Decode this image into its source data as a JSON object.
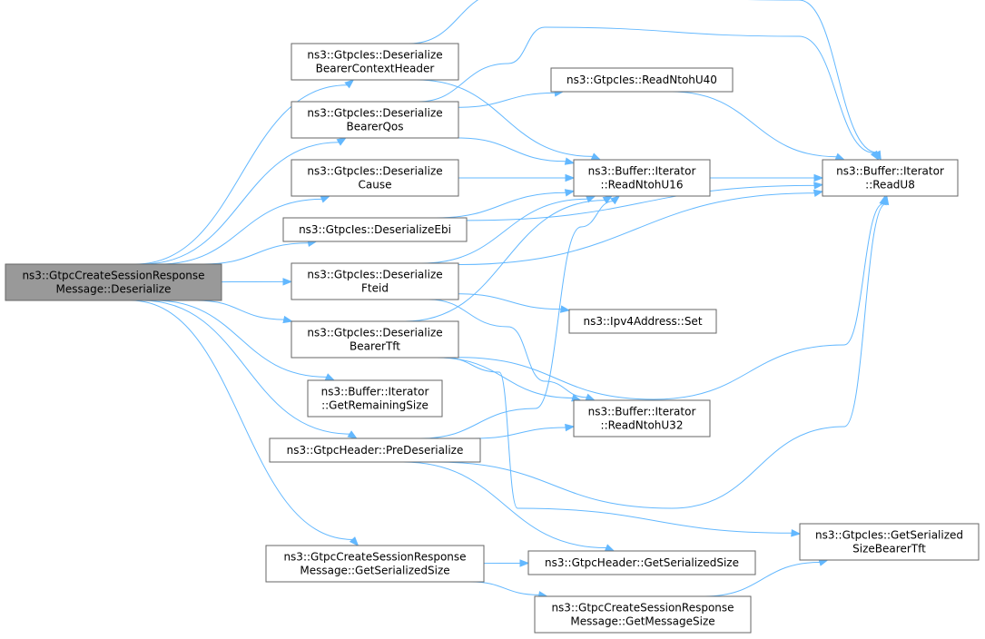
{
  "nodes": [
    {
      "id": "root",
      "lines": [
        "ns3::GtpcCreateSessionResponse",
        "Message::Deserialize"
      ],
      "root": true
    },
    {
      "id": "dbch",
      "lines": [
        "ns3::GtpcIes::Deserialize",
        "BearerContextHeader"
      ]
    },
    {
      "id": "dbq",
      "lines": [
        "ns3::GtpcIes::Deserialize",
        "BearerQos"
      ]
    },
    {
      "id": "dc",
      "lines": [
        "ns3::GtpcIes::Deserialize",
        "Cause"
      ]
    },
    {
      "id": "debi",
      "lines": [
        "ns3::GtpcIes::DeserializeEbi"
      ]
    },
    {
      "id": "df",
      "lines": [
        "ns3::GtpcIes::Deserialize",
        "Fteid"
      ]
    },
    {
      "id": "dbt",
      "lines": [
        "ns3::GtpcIes::Deserialize",
        "BearerTft"
      ]
    },
    {
      "id": "grs",
      "lines": [
        "ns3::Buffer::Iterator",
        "::GetRemainingSize"
      ]
    },
    {
      "id": "ghp",
      "lines": [
        "ns3::GtpcHeader::PreDeserialize"
      ]
    },
    {
      "id": "cgs",
      "lines": [
        "ns3::GtpcCreateSessionResponse",
        "Message::GetSerializedSize"
      ]
    },
    {
      "id": "rn40",
      "lines": [
        "ns3::GtpcIes::ReadNtohU40"
      ]
    },
    {
      "id": "rn16",
      "lines": [
        "ns3::Buffer::Iterator",
        "::ReadNtohU16"
      ]
    },
    {
      "id": "ipv4",
      "lines": [
        "ns3::Ipv4Address::Set"
      ]
    },
    {
      "id": "rn32",
      "lines": [
        "ns3::Buffer::Iterator",
        "::ReadNtohU32"
      ]
    },
    {
      "id": "hgs",
      "lines": [
        "ns3::GtpcHeader::GetSerializedSize"
      ]
    },
    {
      "id": "gms",
      "lines": [
        "ns3::GtpcCreateSessionResponse",
        "Message::GetMessageSize"
      ]
    },
    {
      "id": "ru8",
      "lines": [
        "ns3::Buffer::Iterator",
        "::ReadU8"
      ]
    },
    {
      "id": "gsbt",
      "lines": [
        "ns3::GtpcIes::GetSerialized",
        "SizeBearerTft"
      ]
    }
  ],
  "edges": [
    [
      "root",
      "dbch"
    ],
    [
      "root",
      "dbq"
    ],
    [
      "root",
      "dc"
    ],
    [
      "root",
      "debi"
    ],
    [
      "root",
      "df"
    ],
    [
      "root",
      "dbt"
    ],
    [
      "root",
      "grs"
    ],
    [
      "root",
      "ghp"
    ],
    [
      "root",
      "cgs"
    ],
    [
      "dbch",
      "rn16"
    ],
    [
      "dbch",
      "ru8"
    ],
    [
      "dbq",
      "rn40"
    ],
    [
      "dbq",
      "rn16"
    ],
    [
      "dbq",
      "ru8"
    ],
    [
      "dc",
      "rn16"
    ],
    [
      "dc",
      "ru8"
    ],
    [
      "debi",
      "rn16"
    ],
    [
      "debi",
      "ru8"
    ],
    [
      "df",
      "rn16"
    ],
    [
      "df",
      "ipv4"
    ],
    [
      "df",
      "rn32"
    ],
    [
      "df",
      "ru8"
    ],
    [
      "dbt",
      "rn16"
    ],
    [
      "dbt",
      "rn32"
    ],
    [
      "dbt",
      "ru8"
    ],
    [
      "dbt",
      "gsbt"
    ],
    [
      "ghp",
      "rn16"
    ],
    [
      "ghp",
      "rn32"
    ],
    [
      "ghp",
      "ru8"
    ],
    [
      "ghp",
      "hgs"
    ],
    [
      "cgs",
      "hgs"
    ],
    [
      "cgs",
      "gms"
    ],
    [
      "gms",
      "gsbt"
    ],
    [
      "rn40",
      "ru8"
    ]
  ]
}
